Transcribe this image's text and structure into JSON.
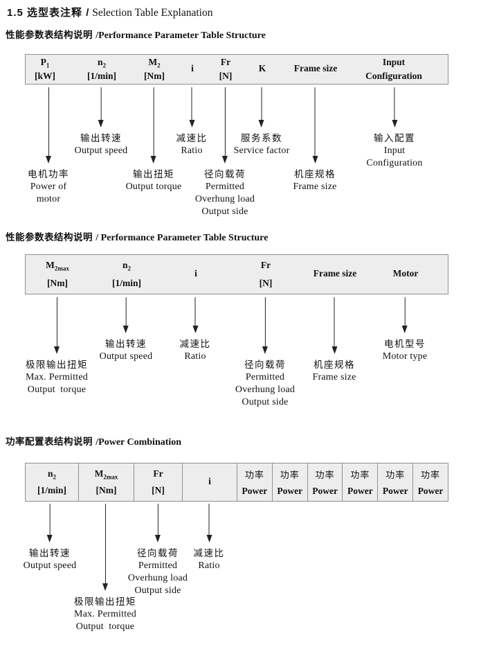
{
  "page": {
    "title_zh": "1.5 选型表注释 /",
    "title_en": " Selection Table Explanation"
  },
  "sections": [
    {
      "heading_zh": "性能参数表结构说明",
      "heading_en": "/Performance Parameter Table Structure",
      "columns": [
        {
          "symbol": "P",
          "sub": "1",
          "unit": "[kW]",
          "labels": [
            "电机功率",
            "Power of",
            "motor"
          ]
        },
        {
          "symbol": "n",
          "sub": "2",
          "unit": "[1/min]",
          "labels": [
            "输出转速",
            "Output speed"
          ]
        },
        {
          "symbol": "M",
          "sub": "2",
          "unit": "[Nm]",
          "labels": [
            "输出扭矩",
            "Output torque"
          ]
        },
        {
          "symbol": "i",
          "sub": "",
          "unit": "",
          "labels": [
            "减速比",
            "Ratio"
          ]
        },
        {
          "symbol": "Fr",
          "sub": "",
          "unit": "[N]",
          "labels": [
            "径向载荷",
            "Permitted",
            "Overhung load",
            "Output side"
          ]
        },
        {
          "symbol": "K",
          "sub": "",
          "unit": "",
          "labels": [
            "服务系数",
            "Service factor"
          ]
        },
        {
          "symbol": "Frame size",
          "sub": "",
          "unit": "",
          "labels": [
            "机座规格",
            "Frame size"
          ]
        },
        {
          "symbol": "Input",
          "sub": "",
          "unit": "Configuration",
          "labels": [
            "输入配置",
            "Input",
            "Configuration"
          ]
        }
      ]
    },
    {
      "heading_zh": "性能参数表结构说明",
      "heading_en": "/ Performance Parameter Table Structure",
      "columns": [
        {
          "symbol": "M",
          "sub": "2max",
          "unit": "[Nm]",
          "labels": [
            "极限输出扭矩",
            "Max. Permitted",
            "Output  torque"
          ]
        },
        {
          "symbol": "n",
          "sub": "2",
          "unit": "[1/min]",
          "labels": [
            "输出转速",
            "Output speed"
          ]
        },
        {
          "symbol": "i",
          "sub": "",
          "unit": "",
          "labels": [
            "减速比",
            "Ratio"
          ]
        },
        {
          "symbol": "Fr",
          "sub": "",
          "unit": "[N]",
          "labels": [
            "径向载荷",
            "Permitted",
            "Overhung load",
            "Output side"
          ]
        },
        {
          "symbol": "Frame size",
          "sub": "",
          "unit": "",
          "labels": [
            "机座规格",
            "Frame size"
          ]
        },
        {
          "symbol": "Motor",
          "sub": "",
          "unit": "",
          "labels": [
            "电机型号",
            "Motor type"
          ]
        }
      ]
    },
    {
      "heading_zh": "功率配置表结构说明",
      "heading_en": "/Power Combination",
      "columns": [
        {
          "symbol": "n",
          "sub": "2",
          "unit": "[1/min]",
          "labels": [
            "输出转速",
            "Output speed"
          ]
        },
        {
          "symbol": "M",
          "sub": "2max",
          "unit": "[Nm]",
          "labels": [
            "极限输出扭矩",
            "Max. Permitted",
            "Output  torque"
          ]
        },
        {
          "symbol": "Fr",
          "sub": "",
          "unit": "[N]",
          "labels": [
            "径向载荷",
            "Permitted",
            "Overhung load",
            "Output side"
          ]
        },
        {
          "symbol": "i",
          "sub": "",
          "unit": "",
          "labels": [
            "减速比",
            "Ratio"
          ]
        }
      ],
      "power_column": {
        "zh": "功率",
        "en": "Power"
      },
      "power_column_count": 6
    }
  ]
}
